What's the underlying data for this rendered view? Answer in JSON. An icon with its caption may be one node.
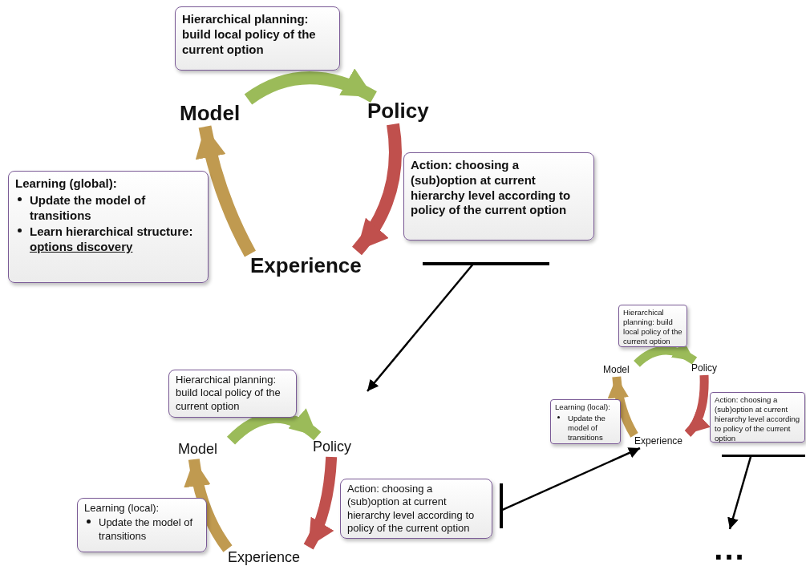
{
  "diagram": {
    "nodes": [
      {
        "text": [
          "Hierarchical planning: build local policy of the current option"
        ]
      },
      {
        "text": [
          "Model"
        ]
      },
      {
        "text": [
          "Policy"
        ]
      },
      {
        "text": [
          "Learning (global):",
          "Update the model of transitions",
          "Learn hierarchical structure:",
          "options discovery"
        ]
      },
      {
        "text": [
          "Action: choosing a (sub)option at current hierarchy level according to policy of the current option"
        ]
      },
      {
        "text": [
          "Experience"
        ]
      },
      {
        "text": [],
        "shape": "bar"
      },
      {
        "text": [
          "Hierarchical planning: build local policy of the current option"
        ]
      },
      {
        "text": [
          "Model"
        ]
      },
      {
        "text": [
          "Policy"
        ]
      },
      {
        "text": [
          "Learning (local):",
          "Update the model of transitions"
        ]
      },
      {
        "text": [
          "Action: choosing a (sub)option at current hierarchy level according to policy of the current option"
        ]
      },
      {
        "text": [],
        "shape": "bar"
      },
      {
        "text": [
          "Experience"
        ]
      },
      {
        "text": [
          "Hierarchical planning: build local policy of the current option"
        ]
      },
      {
        "text": [
          "Model"
        ]
      },
      {
        "text": [
          "Policy"
        ]
      },
      {
        "text": [
          "Learning (local):",
          "Update the model of transitions"
        ]
      },
      {
        "text": [
          "Action: choosing a (sub)option at current hierarchy level according to policy of the current option"
        ]
      },
      {
        "text": [
          "Experience"
        ]
      },
      {
        "text": [],
        "shape": "bar"
      },
      {
        "text": [
          "..."
        ]
      }
    ],
    "edges": [
      {
        "from": 1,
        "to": 2,
        "arrow": "to",
        "color": "#9bbb59"
      },
      {
        "from": 2,
        "to": 5,
        "arrow": "to",
        "color": "#c0504d"
      },
      {
        "from": 5,
        "to": 1,
        "arrow": "to",
        "color": "#c09a50"
      },
      {
        "from": 6,
        "to": null,
        "arrow": "to",
        "color": "#000000"
      },
      {
        "from": 8,
        "to": 9,
        "arrow": "to",
        "color": "#9bbb59"
      },
      {
        "from": 9,
        "to": 13,
        "arrow": "to",
        "color": "#c0504d"
      },
      {
        "from": 13,
        "to": 8,
        "arrow": "to",
        "color": "#c09a50"
      },
      {
        "from": 12,
        "to": 19,
        "arrow": "to",
        "color": "#000000"
      },
      {
        "from": 15,
        "to": 16,
        "arrow": "to",
        "color": "#9bbb59"
      },
      {
        "from": 16,
        "to": 19,
        "arrow": "to",
        "color": "#c0504d"
      },
      {
        "from": 19,
        "to": 15,
        "arrow": "to",
        "color": "#c09a50"
      },
      {
        "from": 20,
        "to": 21,
        "arrow": "to",
        "color": "#000000"
      }
    ]
  }
}
